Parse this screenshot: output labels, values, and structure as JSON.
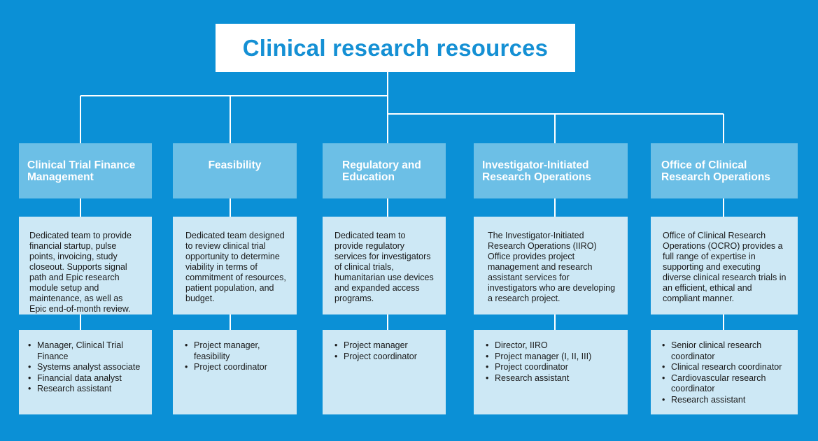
{
  "title": "Clinical research resources",
  "columns": [
    {
      "header": "Clinical Trial Finance Management",
      "description": "Dedicated team to provide financial startup, pulse points, invoicing, study closeout. Supports signal path and Epic research module setup and maintenance, as well as Epic end-of-month review.",
      "roles": [
        "Manager, Clinical Trial Finance",
        "Systems analyst associate",
        "Financial data analyst",
        "Research assistant"
      ]
    },
    {
      "header": "Feasibility",
      "description": "Dedicated team designed to review clinical trial opportunity to determine viability in terms of commitment of resources, patient population, and budget.",
      "roles": [
        "Project manager, feasibility",
        "Project coordinator"
      ]
    },
    {
      "header": "Regulatory and Education",
      "description": "Dedicated team to provide regulatory services for investigators of clinical trials, humanitarian use devices and expanded access programs.",
      "roles": [
        "Project manager",
        "Project coordinator"
      ]
    },
    {
      "header": "Investigator-Initiated Research Operations",
      "description": "The Investigator-Initiated Research Operations (IIRO) Office provides project management and research assistant services for investigators who are developing a research project.",
      "roles": [
        "Director, IIRO",
        "Project manager (I, II, III)",
        "Project coordinator",
        "Research assistant"
      ]
    },
    {
      "header": "Office of Clinical Research Operations",
      "description": "Office of Clinical Research Operations (OCRO) provides a full range of expertise in supporting and executing diverse clinical research trials in an efficient, ethical and compliant manner.",
      "roles": [
        "Senior clinical research coordinator",
        "Clinical research coordinator",
        "Cardiovascular research coordinator",
        "Research assistant"
      ]
    }
  ]
}
